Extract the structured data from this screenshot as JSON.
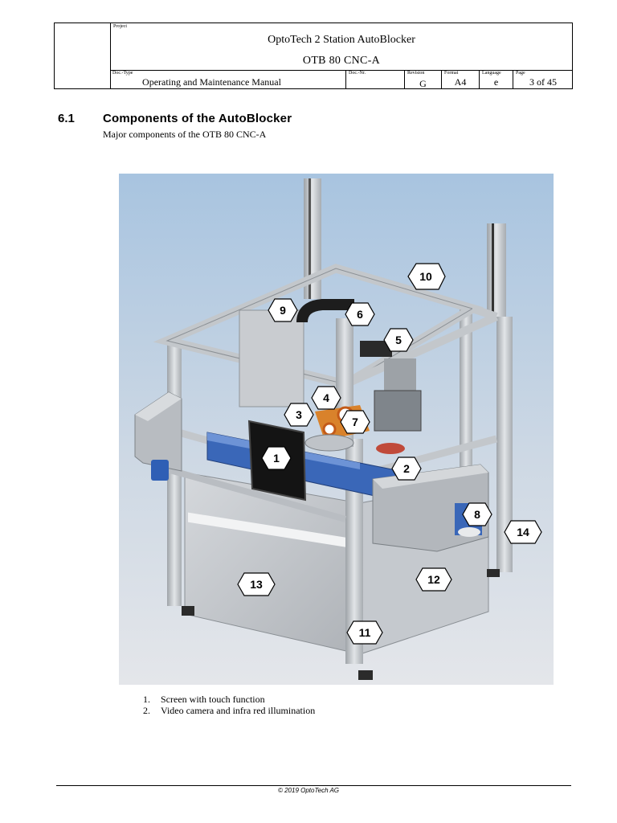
{
  "header": {
    "project_label": "Project",
    "title_line1": "OptoTech 2 Station AutoBlocker",
    "title_line2": "OTB 80 CNC-A",
    "doc_type_label": "Doc.-Type",
    "doc_type": "Operating and Maintenance Manual",
    "doc_nr_label": "Doc.-Nr.",
    "doc_nr": "",
    "revision_label": "Revision",
    "revision": "G",
    "format_label": "Format",
    "format": "A4",
    "language_label": "Language",
    "language": "e",
    "page_label": "Page",
    "page": "3 of 45"
  },
  "section": {
    "number": "6.1",
    "title": "Components of the AutoBlocker",
    "subtitle": "Major components of the OTB 80 CNC-A"
  },
  "figure": {
    "callouts": [
      "1",
      "2",
      "3",
      "4",
      "5",
      "6",
      "7",
      "8",
      "9",
      "10",
      "11",
      "12",
      "13",
      "14"
    ],
    "colors": {
      "bg_top": "#a8c4e0",
      "bg_bottom": "#e4e6ea",
      "frame": "#c8ccd0",
      "blue": "#3a67b8",
      "orange": "#d9822b"
    }
  },
  "list": [
    {
      "num": "1.",
      "text": "Screen with touch function"
    },
    {
      "num": "2.",
      "text": "Video camera and infra red illumination"
    }
  ],
  "footer": {
    "text": "© 2019 OptoTech AG"
  }
}
